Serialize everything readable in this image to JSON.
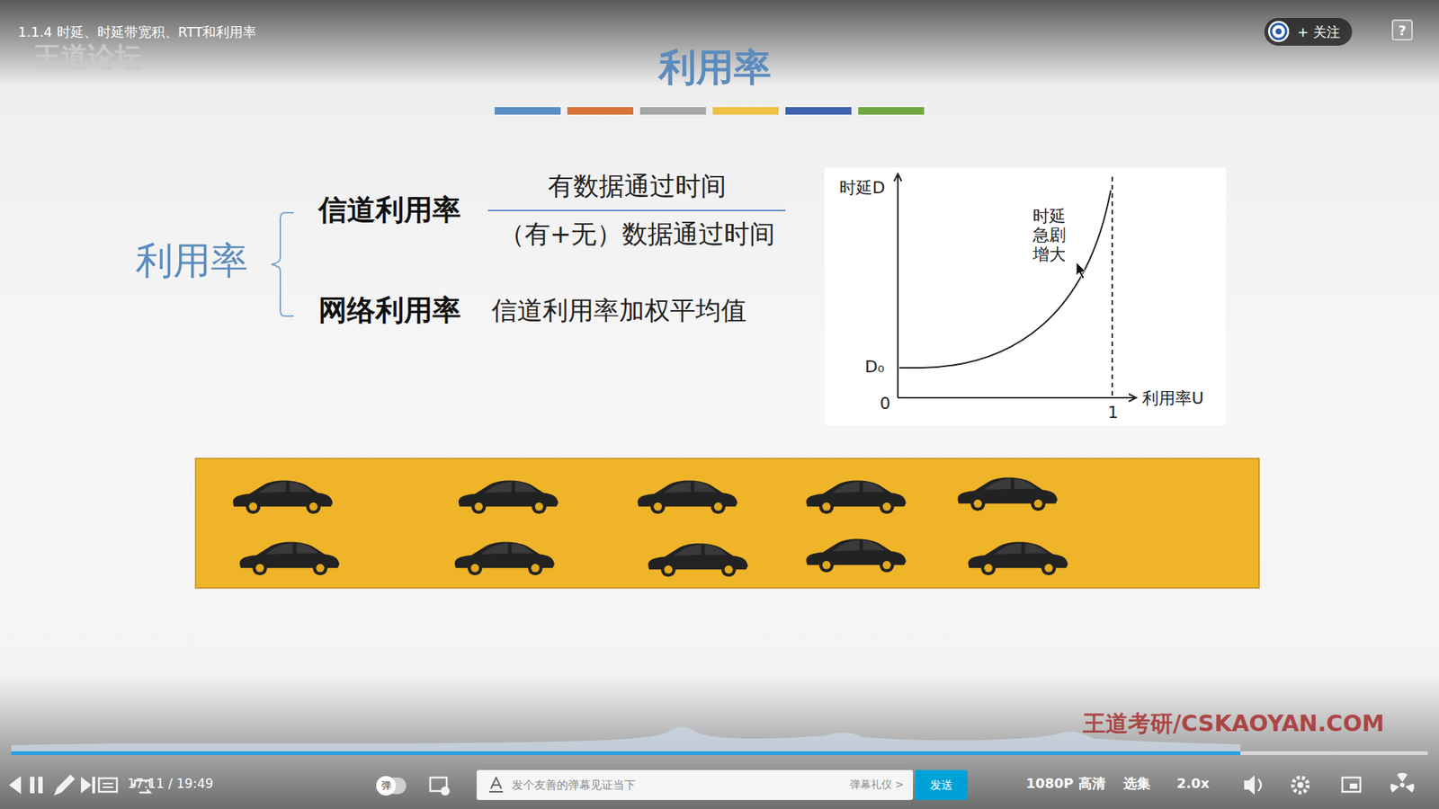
{
  "diagram": {
    "title": "利用率",
    "nodes": [
      {
        "text": [
          "+ 关注"
        ]
      },
      {
        "text": [
          "?"
        ]
      },
      {
        "text": [
          "时延D",
          "时延急剧增大",
          "D₀",
          "0",
          "1",
          "利用率U"
        ]
      },
      {
        "text": [
          "弹"
        ]
      },
      {
        "text": [
          "发个友善的弹幕见证当下",
          "弹幕礼仪 >"
        ]
      },
      {
        "text": [
          "发送"
        ]
      }
    ],
    "labels": [
      "1.1.4 时延、时延带宽积、RTT和利用率",
      "王道论坛",
      "利用率",
      "信道利用率",
      "有数据通过时间",
      "（有+无）数据通过时间",
      "网络利用率",
      "信道利用率加权平均值",
      "17:11 / 19:49",
      "1080P 高清",
      "选集",
      "2.0x",
      "王道考研/CSKAOYAN.COM"
    ]
  }
}
